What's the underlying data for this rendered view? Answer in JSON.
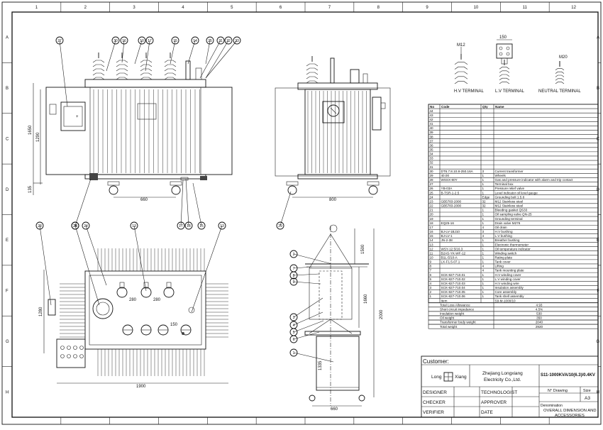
{
  "zone_letters": [
    "A",
    "B",
    "C",
    "D",
    "E",
    "F",
    "G",
    "H"
  ],
  "zone_numbers": [
    "1",
    "2",
    "3",
    "4",
    "5",
    "6",
    "7",
    "8",
    "9",
    "10",
    "11",
    "12"
  ],
  "terminals": {
    "hv": "H.V TERMINAL",
    "lv": "L.V TERMINAL",
    "neutral": "NEUTRAL TERMINAL",
    "hv_dim": "M12",
    "lv_dim": "150",
    "neutral_dim": "M20"
  },
  "dimensions": {
    "front_height": "1650",
    "front_height_inner": "1290",
    "front_base": "135",
    "front_wheel": "660",
    "side_wheel": "800",
    "top_width": "1900",
    "top_depth": "1280",
    "top_hole1": "280",
    "top_hole2": "280",
    "top_hole3": "150",
    "core_top": "1500",
    "core_mid": "1660",
    "core_total": "2000",
    "core_bottom": "1335",
    "core_width": "660"
  },
  "balloons": {
    "front": [
      "27",
      "30",
      "16",
      "10",
      "17",
      "15",
      "14",
      "25",
      "21",
      "22",
      "23"
    ],
    "front_bottom": [
      "24",
      "17",
      "18",
      "15"
    ],
    "side": [
      "29"
    ],
    "top": [
      "28",
      "26",
      "24",
      "13",
      "13"
    ],
    "core": [
      "2",
      "7",
      "8",
      "9",
      "3",
      "4",
      "5",
      "6",
      "1"
    ]
  },
  "parts_table": {
    "headers": [
      "No",
      "Code",
      "Qty",
      "Name"
    ],
    "rows": [
      [
        "44",
        "",
        "",
        ""
      ],
      [
        "43",
        "",
        "",
        ""
      ],
      [
        "42",
        "",
        "",
        ""
      ],
      [
        "41",
        "",
        "",
        ""
      ],
      [
        "40",
        "",
        "",
        ""
      ],
      [
        "39",
        "",
        "",
        ""
      ],
      [
        "38",
        "",
        "",
        ""
      ],
      [
        "37",
        "",
        "",
        ""
      ],
      [
        "36",
        "",
        "",
        ""
      ],
      [
        "35",
        "",
        "",
        ""
      ],
      [
        "34",
        "",
        "",
        ""
      ],
      [
        "33",
        "",
        "",
        ""
      ],
      [
        "32",
        "",
        "",
        ""
      ],
      [
        "31",
        "",
        "",
        ""
      ],
      [
        "30",
        "DT6.7.8.10.8-250.16A",
        "3",
        "Current transformer"
      ],
      [
        "29",
        "40.00",
        "1",
        "Wheels"
      ],
      [
        "28",
        "WSSX-80Y",
        "1",
        "Gas and pressure indicator with alarm and trip contact"
      ],
      [
        "27",
        "",
        "1",
        "Terminal box"
      ],
      [
        "26",
        "YB-03A",
        "1",
        "Pressure relief valve"
      ],
      [
        "25",
        "B-TSR-1-2.5",
        "1",
        "Level indicator oil level gauge"
      ],
      [
        "24",
        "",
        "Edge",
        "Grounding bolt    1.5.8"
      ],
      [
        "23",
        "GB5783-2000",
        "32",
        "M12    Stainless steel"
      ],
      [
        "22",
        "GB5783-2000",
        "32",
        "M12    Stainless steel"
      ],
      [
        "21",
        "",
        "1",
        "Bleeding gasket    QS33"
      ],
      [
        "20",
        "",
        "1",
        "Oil sampling valve    QN-25"
      ],
      [
        "19",
        "",
        "1",
        "Grounding terminal"
      ],
      [
        "18",
        "EQ25-16",
        "1",
        "Drain valve    M276"
      ],
      [
        "17",
        "",
        "4",
        "Oil drain"
      ],
      [
        "16",
        "BJ-LV-1BJ10",
        "3",
        "H.V bushing"
      ],
      [
        "15",
        "BJ-LV-1",
        "4",
        "L.V bushing"
      ],
      [
        "14",
        "JN-2-38",
        "1",
        "Breather bushing"
      ],
      [
        "13",
        "",
        "1",
        "Electronic thermometer"
      ],
      [
        "12",
        "WSY-12.5/16.3",
        "1",
        "Oil temperature indicator"
      ],
      [
        "11",
        "B2AS-YK-WF-12",
        "1",
        "Winding switch"
      ],
      [
        "10",
        "B1L-5/10-A",
        "1",
        "Rating plate"
      ],
      [
        "9",
        "LX-F1.5-07.1",
        "1",
        "Tank cover"
      ],
      [
        "8",
        "",
        "4",
        "Lifting"
      ],
      [
        "7",
        "",
        "4",
        "Tank mounting plate"
      ],
      [
        "6",
        "SCK-827-710.01",
        "1",
        "H.V winding cover"
      ],
      [
        "5",
        "SCK-827-710.02",
        "1",
        "L.V winding cover"
      ],
      [
        "4",
        "SCK-827-710.03",
        "1",
        "H.V winding wire"
      ],
      [
        "3",
        "SCK-827-710.04",
        "1",
        "Insulation assembly"
      ],
      [
        "2",
        "SCK-827-710.05",
        "1",
        "Core assembly"
      ],
      [
        "1",
        "SCK-827-710.06",
        "1",
        "Tank shell assembly"
      ],
      [
        "",
        "Item",
        "",
        "S9-M-1000/10"
      ]
    ],
    "summary": [
      [
        "Total Loss Allowance",
        "4.93"
      ],
      [
        "Short circuit impedance",
        "4.5%"
      ],
      [
        "Insulation weight",
        "530"
      ],
      [
        "Oil weight",
        "350"
      ],
      [
        "Transformer body weight",
        "2040"
      ],
      [
        "Total weight",
        "2920"
      ]
    ]
  },
  "title_block": {
    "customer_label": "Customer:",
    "logo_left": "Long",
    "logo_right": "Xiang",
    "company_line1": "Zhejiang Longxiang",
    "company_line2": "Electricity Co.,Ltd.",
    "model": "S11-1000KVA/10(6.3)/0.4KV",
    "drawing_no_label": "N° Drawing",
    "size_label": "Size",
    "size_value": "A3",
    "designation_label": "Denomination",
    "designation_line1": "OVERALL DIMENSION AND",
    "designation_line2": "ACCESSORIES",
    "roles": [
      "DESIGNER",
      "CHECKER",
      "VERIFIER"
    ],
    "roles2": [
      "TECHNOLOGIST",
      "APPROVER",
      "DATE"
    ]
  },
  "colors": {
    "ink": "#111111",
    "paper": "#ffffff"
  }
}
